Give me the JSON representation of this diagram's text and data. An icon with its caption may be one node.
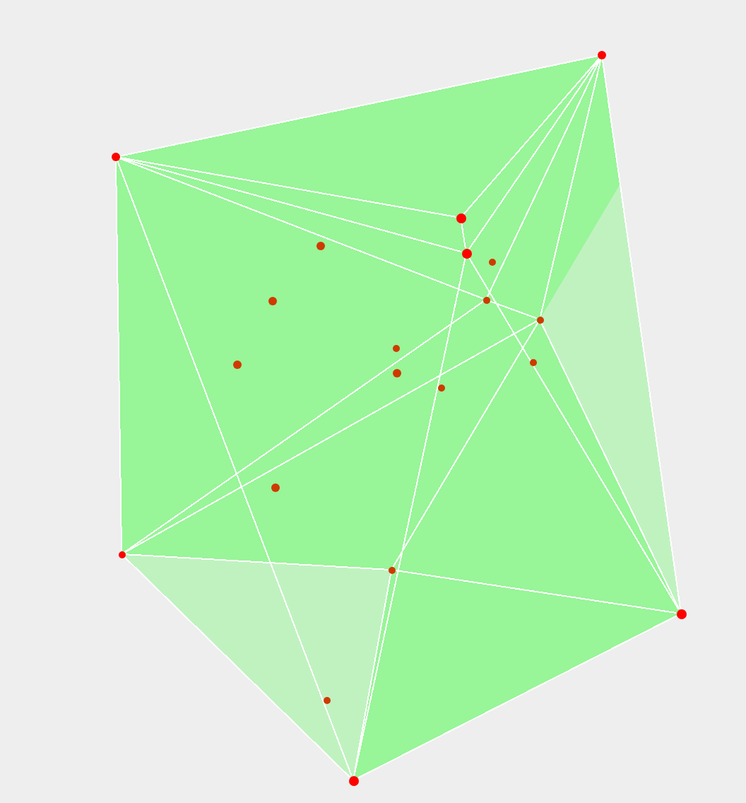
{
  "diagram": {
    "nodes": [
      {
        "text": [],
        "shape": "circle"
      },
      {
        "text": [],
        "shape": "circle"
      },
      {
        "text": [],
        "shape": "circle"
      },
      {
        "text": [],
        "shape": "circle"
      },
      {
        "text": [],
        "shape": "circle"
      },
      {
        "text": [],
        "shape": "circle"
      },
      {
        "text": [],
        "shape": "circle"
      },
      {
        "text": [],
        "shape": "circle"
      },
      {
        "text": [],
        "shape": "circle"
      },
      {
        "text": [],
        "shape": "circle"
      },
      {
        "text": [],
        "shape": "circle"
      },
      {
        "text": [],
        "shape": "circle"
      },
      {
        "text": [],
        "shape": "circle"
      },
      {
        "text": [],
        "shape": "circle"
      },
      {
        "text": [],
        "shape": "circle"
      },
      {
        "text": [],
        "shape": "circle"
      },
      {
        "text": [],
        "shape": "circle"
      },
      {
        "text": [],
        "shape": "circle"
      },
      {
        "text": [],
        "shape": "circle"
      },
      {
        "text": [],
        "shape": "circle"
      }
    ],
    "edges": [
      {
        "from": 0,
        "to": 1,
        "arrow": "none"
      },
      {
        "from": 0,
        "to": 2,
        "arrow": "none"
      },
      {
        "from": 0,
        "to": 4,
        "arrow": "none"
      },
      {
        "from": 0,
        "to": 7,
        "arrow": "none"
      },
      {
        "from": 0,
        "to": 8,
        "arrow": "none"
      },
      {
        "from": 0,
        "to": 17,
        "arrow": "none"
      },
      {
        "from": 1,
        "to": 2,
        "arrow": "none"
      },
      {
        "from": 1,
        "to": 4,
        "arrow": "none"
      },
      {
        "from": 1,
        "to": 7,
        "arrow": "none"
      },
      {
        "from": 1,
        "to": 15,
        "arrow": "none"
      },
      {
        "from": 1,
        "to": 19,
        "arrow": "none"
      },
      {
        "from": 2,
        "to": 4,
        "arrow": "none"
      },
      {
        "from": 4,
        "to": 19,
        "arrow": "none"
      },
      {
        "from": 4,
        "to": 17,
        "arrow": "none"
      },
      {
        "from": 7,
        "to": 8,
        "arrow": "none"
      },
      {
        "from": 15,
        "to": 7,
        "arrow": "none"
      },
      {
        "from": 15,
        "to": 8,
        "arrow": "none"
      },
      {
        "from": 8,
        "to": 16,
        "arrow": "none"
      },
      {
        "from": 8,
        "to": 17,
        "arrow": "none"
      },
      {
        "from": 15,
        "to": 16,
        "arrow": "none"
      },
      {
        "from": 15,
        "to": 19,
        "arrow": "none"
      },
      {
        "from": 16,
        "to": 17,
        "arrow": "none"
      },
      {
        "from": 16,
        "to": 19,
        "arrow": "none"
      },
      {
        "from": 19,
        "to": 17,
        "arrow": "none"
      }
    ]
  }
}
